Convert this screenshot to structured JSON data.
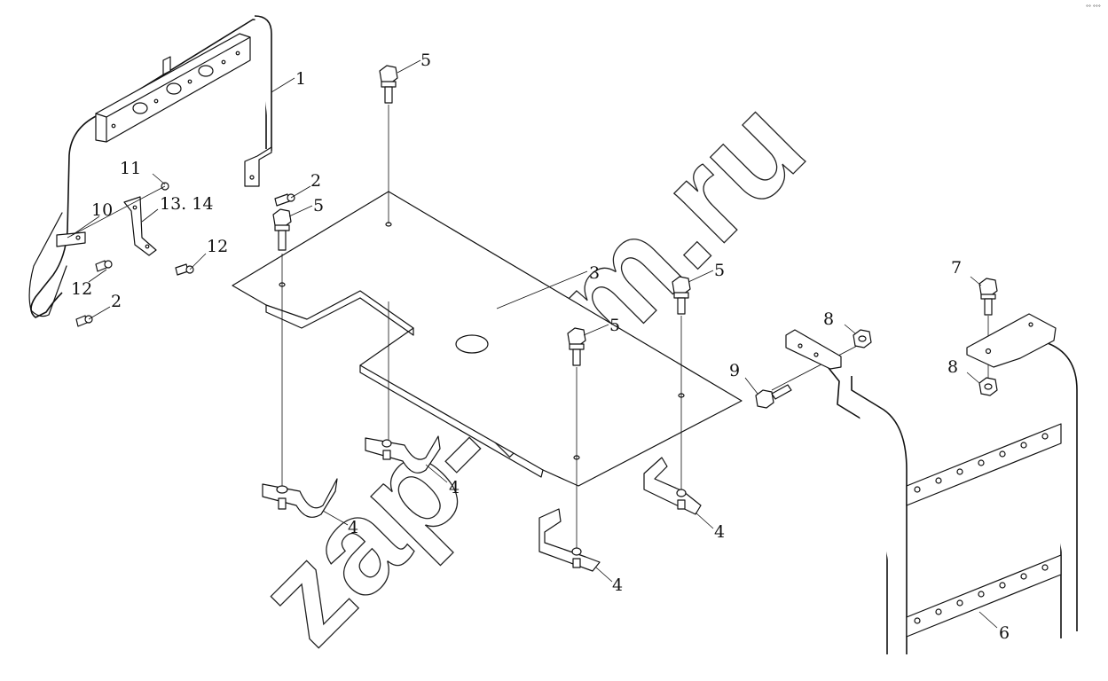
{
  "corner_mark": "°° °°°",
  "watermark": "zap-kam.ru",
  "callouts": {
    "c1": "1",
    "c2a": "2",
    "c2b": "2",
    "c3": "3",
    "c4a": "4",
    "c4b": "4",
    "c4c": "4",
    "c4d": "4",
    "c5a": "5",
    "c5b": "5",
    "c5c": "5",
    "c5d": "5",
    "c6": "6",
    "c7": "7",
    "c8a": "8",
    "c8b": "8",
    "c9": "9",
    "c10": "10",
    "c11": "11",
    "c12a": "12",
    "c12b": "12",
    "c1314": "13. 14"
  }
}
